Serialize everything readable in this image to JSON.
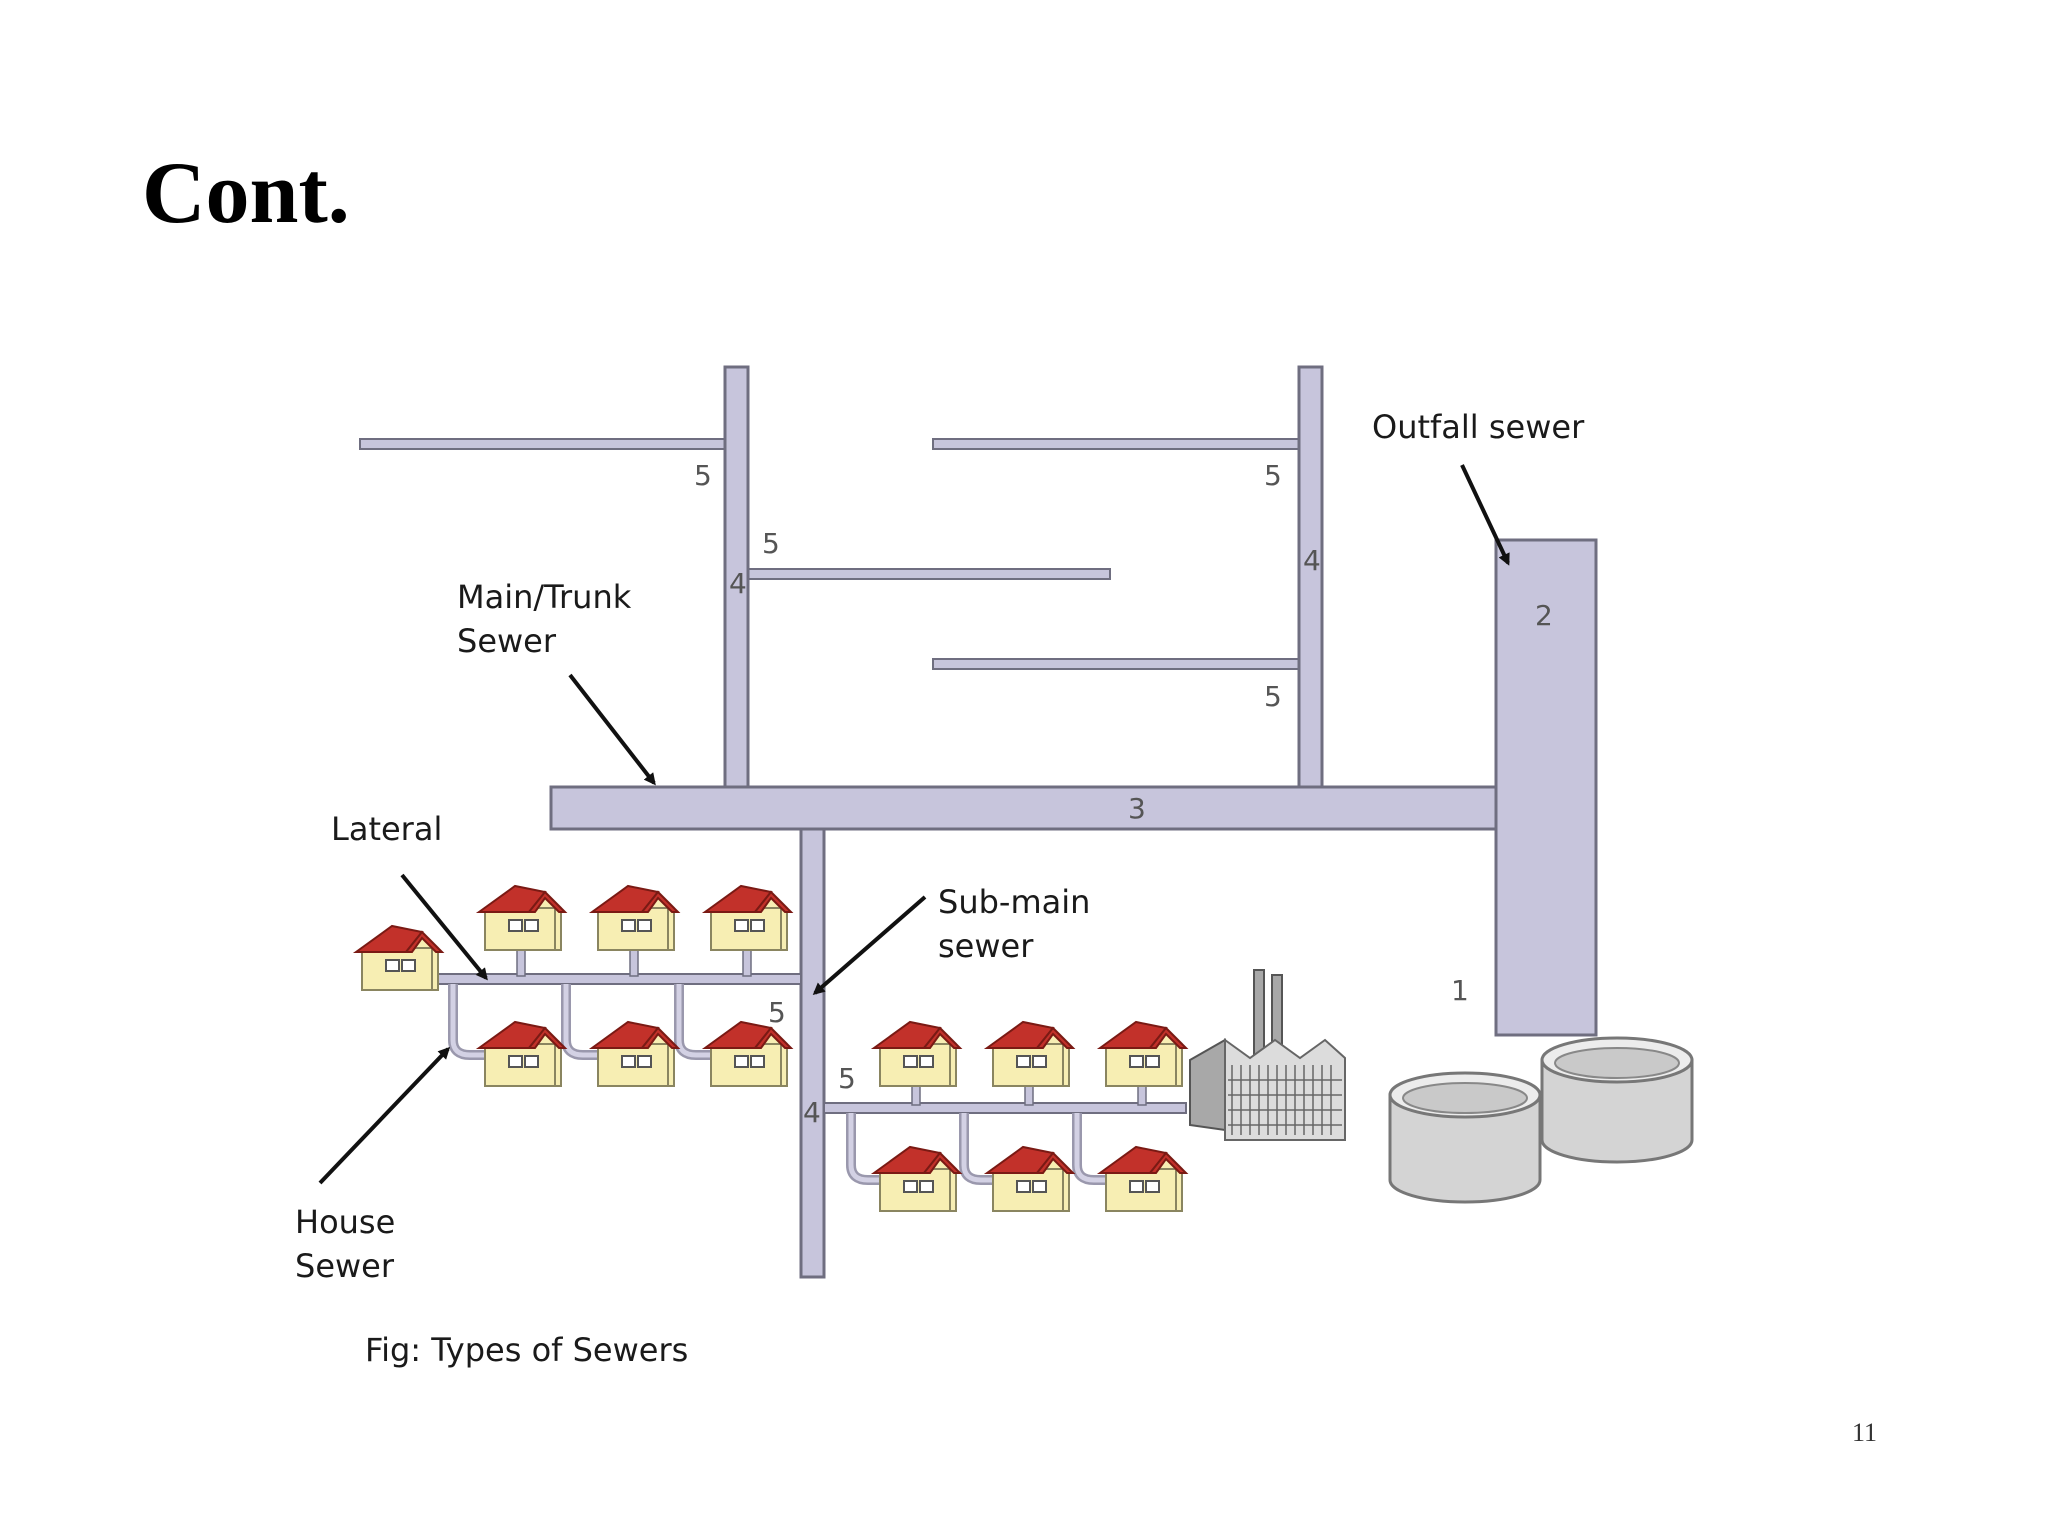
{
  "slide": {
    "title": "Cont.",
    "page_number": "11"
  },
  "diagram": {
    "labels": {
      "outfall_sewer": "Outfall sewer",
      "main_trunk_line1": "Main/Trunk",
      "main_trunk_line2": "Sewer",
      "lateral": "Lateral",
      "sub_main_line1": "Sub-main",
      "sub_main_line2": "sewer",
      "house_sewer_line1": "House",
      "house_sewer_line2": "Sewer"
    },
    "numbers": {
      "n1": "1",
      "n2": "2",
      "n3": "3",
      "n4": "4",
      "n5": "5"
    },
    "caption": "Fig: Types of Sewers"
  },
  "colors": {
    "pipe_fill": "#c7c5dc",
    "roof": "#c2312a",
    "wall": "#f7eeb3"
  }
}
